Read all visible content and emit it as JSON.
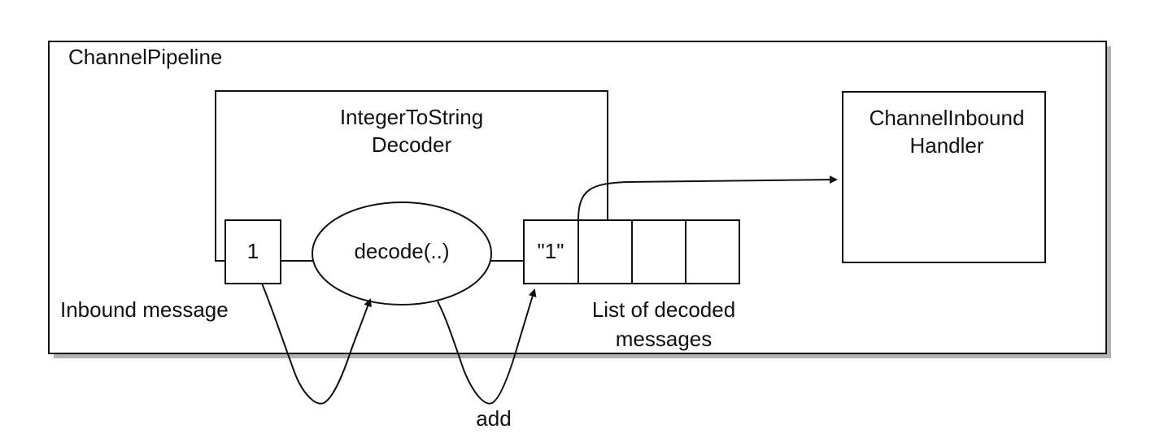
{
  "pipeline": {
    "title": "ChannelPipeline"
  },
  "decoder": {
    "title_line1": "IntegerToString",
    "title_line2": "Decoder"
  },
  "inbound_message": {
    "value": "1",
    "label": "Inbound message"
  },
  "decode_method": {
    "label": "decode(..)"
  },
  "decoded_list": {
    "first_value": "\"1\"",
    "label_line1": "List of decoded",
    "label_line2": "messages"
  },
  "handler": {
    "title_line1": "ChannelInbound",
    "title_line2": "Handler"
  },
  "add_label": "add",
  "colors": {
    "stroke": "#111111",
    "shadow": "#9a9a9a",
    "background": "#ffffff"
  }
}
